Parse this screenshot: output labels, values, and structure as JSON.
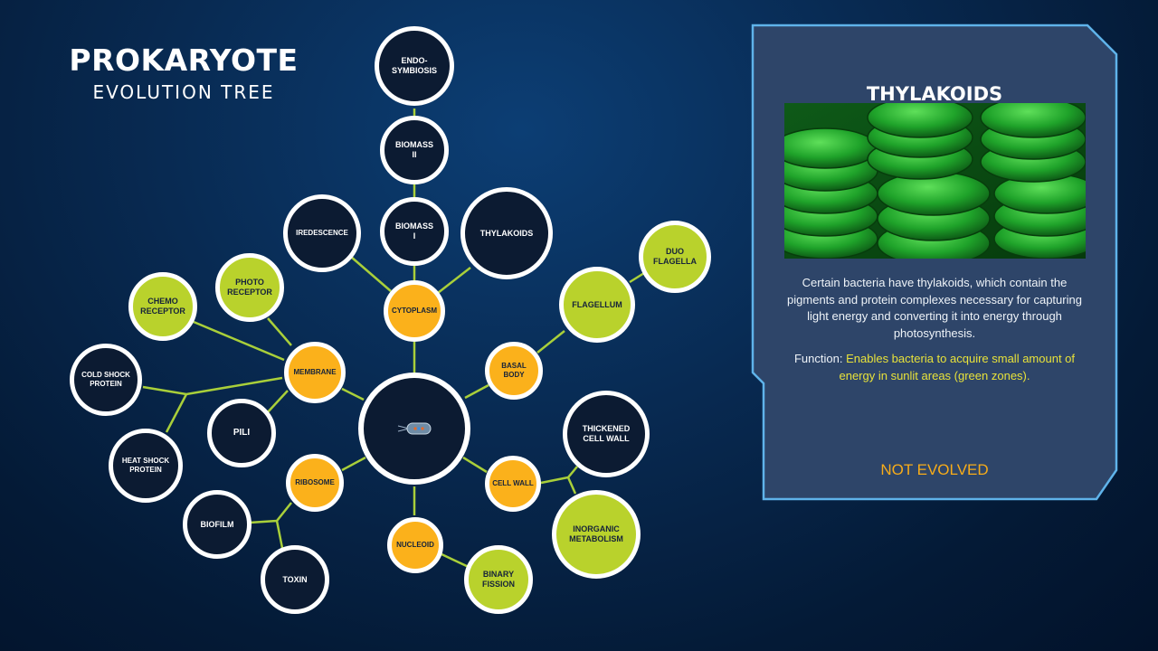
{
  "title": {
    "main": "PROKARYOTE",
    "sub": "EVOLUTION TREE"
  },
  "nodes": {
    "endosymbiosis": "ENDO-\nSYMBIOSIS",
    "biomass2": "BIOMASS\nII",
    "biomass1": "BIOMASS\nI",
    "iredescence": "IREDESCENCE",
    "thylakoids": "THYLAKOIDS",
    "cytoplasm": "CYTOPLASM",
    "photoreceptor": "PHOTO\nRECEPTOR",
    "chemoreceptor": "CHEMO\nRECEPTOR",
    "membrane": "MEMBRANE",
    "coldshock": "COLD SHOCK\nPROTEIN",
    "heatshock": "HEAT SHOCK\nPROTEIN",
    "pili": "PILI",
    "ribosome": "RIBOSOME",
    "biofilm": "BIOFILM",
    "toxin": "TOXIN",
    "nucleoid": "NUCLEOID",
    "binaryfission": "BINARY\nFISSION",
    "cellwall": "CELL WALL",
    "thickenedcellwall": "THICKENED\nCELL WALL",
    "inorganicmetabolism": "INORGANIC\nMETABOLISM",
    "basalbody": "BASAL\nBODY",
    "flagellum": "FLAGELLUM",
    "duoflagella": "DUO\nFLAGELLA"
  },
  "panel": {
    "title": "THYLAKOIDS",
    "description": "Certain bacteria have thylakoids, which contain the pigments and protein complexes necessary for capturing light energy and converting it into energy through photosynthesis.",
    "function_label": "Function:",
    "function_text": "Enables bacteria to acquire small amount of energy in sunlit areas (green zones).",
    "status": "NOT EVOLVED"
  },
  "colors": {
    "background": "#082a52",
    "panel_fill": "#2e4569",
    "panel_border": "#5fb3ea",
    "link": "#a9cf3a",
    "evolved_node": "#fbb11b",
    "available_node": "#b9d22c",
    "locked_node": "#0c1b32",
    "highlight_text": "#e8e23a",
    "status_text": "#f7ac19"
  }
}
